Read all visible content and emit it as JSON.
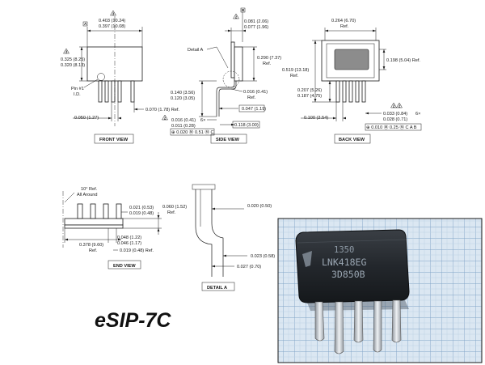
{
  "views": {
    "front": "FRONT VIEW",
    "side": "SIDE VIEW",
    "back": "BACK VIEW",
    "end": "END VIEW",
    "detail": "DETAIL A"
  },
  "package_name": "eSIP-7C",
  "front": {
    "dim_width_max": "0.403 (10.24)",
    "dim_width_min": "0.397 (10.08)",
    "dim_height_max": "0.325 (8.25)",
    "dim_height_min": "0.320 (8.13)",
    "pin1_l1": "Pin #1",
    "pin1_l2": "I.D.",
    "lead_pitch": "0.050 (1.27)",
    "lead_span": "0.070 (1.78) Ref.",
    "datum_a": "A",
    "tri_mark": "3"
  },
  "side": {
    "detail_a": "Detail A",
    "top_max": "0.081 (2.06)",
    "top_min": "0.077 (1.96)",
    "datum_b": "B",
    "right_ref_1": "0.290 (7.37)",
    "right_ref_2": "Ref.",
    "standoff_max": "0.140 (3.56)",
    "standoff_min": "0.120 (3.05)",
    "lead_t_1": "0.016 (0.41)",
    "lead_t_2": "Ref.",
    "bend": "0.047 (1.19)",
    "lead_w_max": "0.016 (0.41)",
    "lead_w_min": "0.011 (0.28)",
    "count": "6×",
    "tol_box": "⊕ 0.020 Ⓜ 0.51 Ⓜ C",
    "offset": "0.118 (3.00)",
    "tri_mark": "2"
  },
  "back": {
    "tab_w_1": "0.264 (6.70)",
    "tab_w_2": "Ref.",
    "total_h_1": "0.519 (13.18)",
    "total_h_2": "Ref.",
    "tab_h_1": "0.198 (5.04) Ref.",
    "lead_len_max": "0.207 (5.26)",
    "lead_len_min": "0.187 (4.75)",
    "pitch": "0.100 (2.54)",
    "lead_max": "0.033 (0.84)",
    "lead_min": "0.028 (0.71)",
    "count": "6×",
    "tol_box": "⊕ 0.010 Ⓜ 0.25 Ⓜ C A B",
    "tri_mark": "2"
  },
  "end": {
    "angle_1": "10° Ref.",
    "angle_2": "All Around",
    "t_max": "0.021 (0.53)",
    "t_min": "0.019 (0.48)",
    "h_1": "0.060 (1.52)",
    "h_2": "Ref.",
    "p_max": "0.048 (1.22)",
    "p_min": "0.046 (1.17)",
    "span_1": "0.378 (9.60)",
    "span_2": "Ref.",
    "small": "0.019 (0.48) Ref."
  },
  "detail": {
    "top": "0.020 (0.50)",
    "r1": "0.023 (0.58)",
    "r2": "0.027 (0.70)"
  },
  "photo": {
    "line1": "1350",
    "line2": "LNK418EG",
    "line3": "3D850B"
  }
}
